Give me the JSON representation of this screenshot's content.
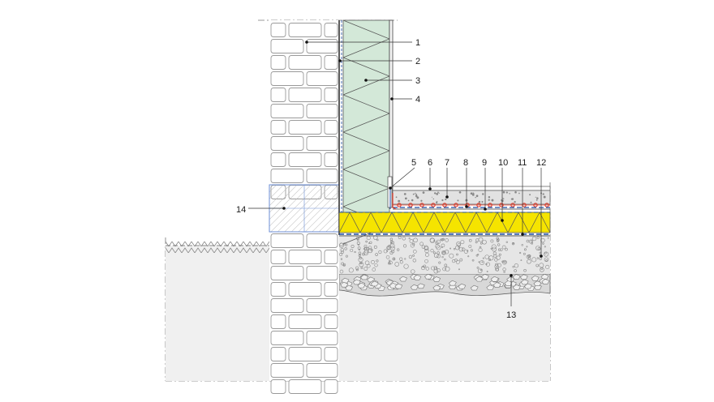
{
  "callouts": [
    {
      "id": "c1",
      "text": "1"
    },
    {
      "id": "c2",
      "text": "2"
    },
    {
      "id": "c3",
      "text": "3"
    },
    {
      "id": "c4",
      "text": "4"
    },
    {
      "id": "c5",
      "text": "5"
    },
    {
      "id": "c6",
      "text": "6"
    },
    {
      "id": "c7",
      "text": "7"
    },
    {
      "id": "c8",
      "text": "8"
    },
    {
      "id": "c9",
      "text": "9"
    },
    {
      "id": "c10",
      "text": "10"
    },
    {
      "id": "c11",
      "text": "11"
    },
    {
      "id": "c12",
      "text": "12"
    },
    {
      "id": "c13",
      "text": "13"
    },
    {
      "id": "c14",
      "text": "14"
    }
  ],
  "colors": {
    "brick_fill": "#ffffff",
    "brick_stroke": "#9a9a9a",
    "insulation_green": "#d3e8d8",
    "insulation_yellow": "#f5e400",
    "gravel_fill": "#e6e6e6",
    "soil_fill": "#f0f0f0",
    "screed_fill": "#e2e2e2",
    "heating_red": "#e23b2a",
    "membrane_blue": "#1f4fa3",
    "thermal_block_blue": "#6b8ed6",
    "leader": "#333333"
  }
}
